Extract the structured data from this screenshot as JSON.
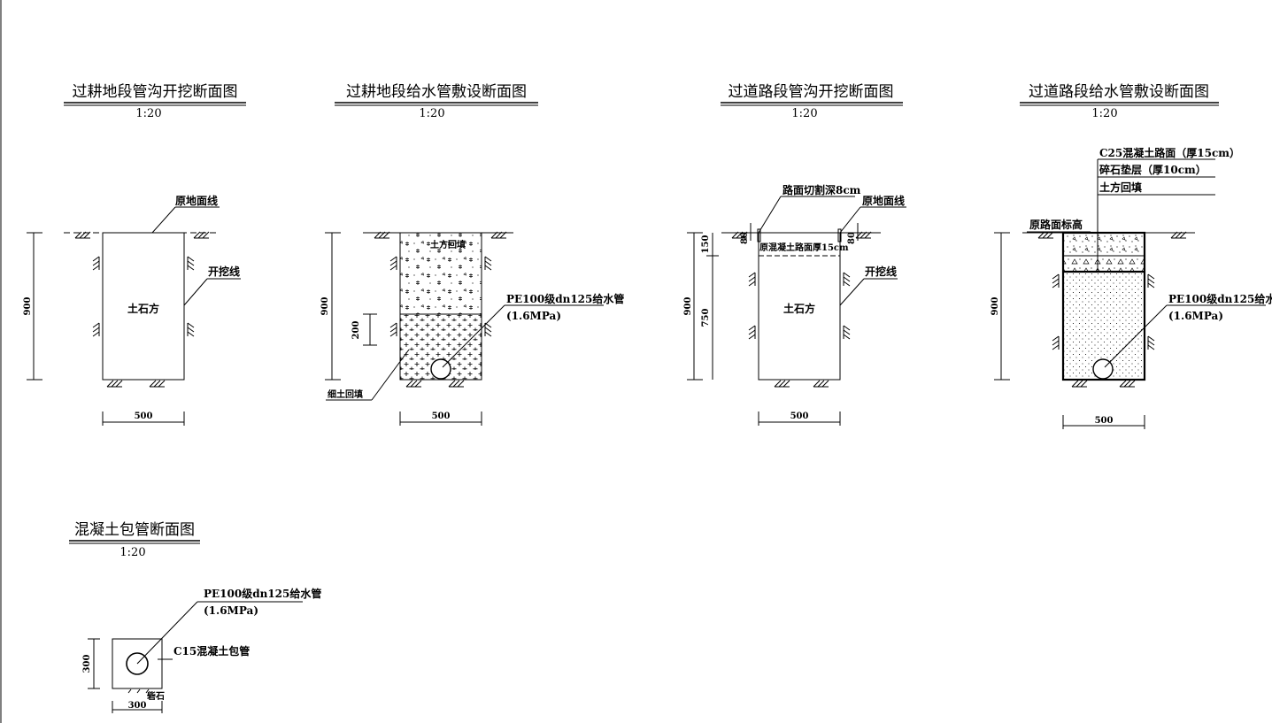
{
  "sections": [
    {
      "title": "过耕地段管沟开挖断面图",
      "scale": "1:20"
    },
    {
      "title": "过耕地段给水管敷设断面图",
      "scale": "1:20"
    },
    {
      "title": "过道路段管沟开挖断面图",
      "scale": "1:20"
    },
    {
      "title": "过道路段给水管敷设断面图",
      "scale": "1:20"
    },
    {
      "title": "混凝土包管断面图",
      "scale": "1:20"
    }
  ],
  "labels": {
    "ground_line": "原地面线",
    "excavation_line": "开挖线",
    "earth_rock": "土石方",
    "earth_backfill": "土方回填",
    "pipe": "PE100级dn125给水管",
    "pressure": "(1.6MPa)",
    "fine_backfill": "细土回填",
    "cut_depth": "路面切割深8cm",
    "orig_pavement": "原混凝土路面厚15cm",
    "c25_surface": "C25混凝土路面（厚15cm）",
    "gravel": "碎石垫层（厚10cm）",
    "backfill": "土方回填",
    "road_elev": "原路面标高",
    "c15_wrap": "C15混凝土包管",
    "stone": "砦石"
  },
  "dims": {
    "d900": "900",
    "d500": "500",
    "d200": "200",
    "d150": "150",
    "d750": "750",
    "d80": "80",
    "d300": "300"
  }
}
